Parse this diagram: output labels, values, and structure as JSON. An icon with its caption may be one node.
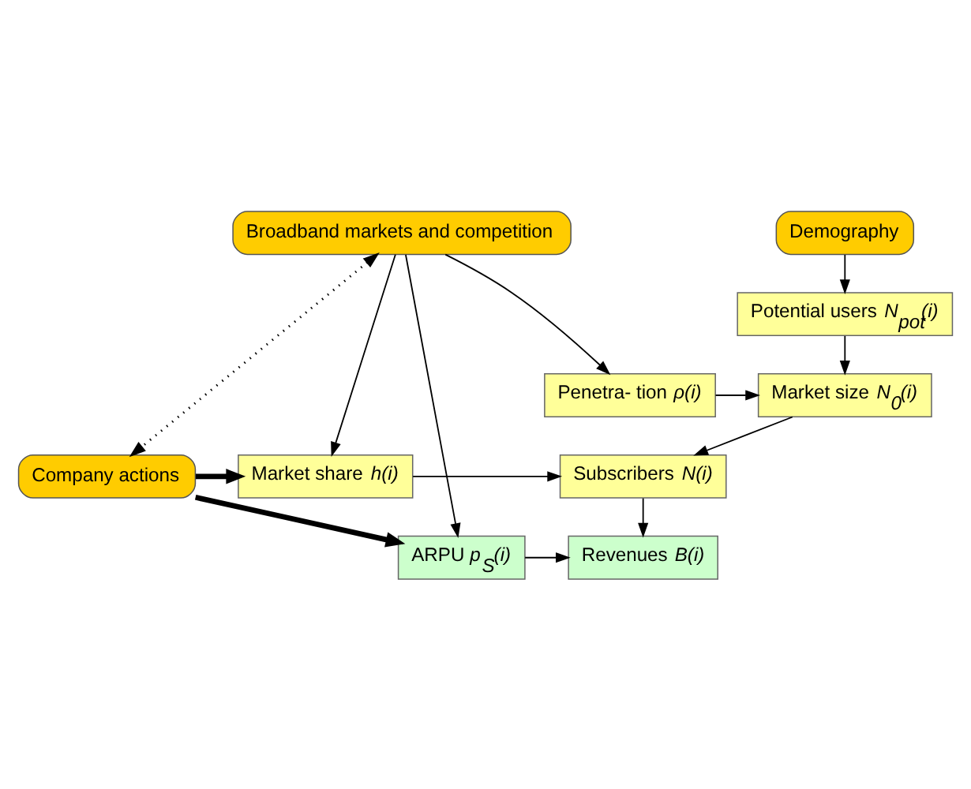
{
  "diagram": {
    "nodes": [
      {
        "text": [
          "Broadband markets and competition"
        ]
      },
      {
        "text": [
          "Demography"
        ]
      },
      {
        "text": [
          "Potential users *N$_{pot}$(i)*"
        ]
      },
      {
        "text": [
          "Penetra- tion *ρ(i)*"
        ]
      },
      {
        "text": [
          "Market size *N$_{0}$(i)*"
        ]
      },
      {
        "text": [
          "Company actions"
        ]
      },
      {
        "text": [
          "Market share *h(i)*"
        ]
      },
      {
        "text": [
          "Subscribers *N(i)*"
        ]
      },
      {
        "text": [
          "ARPU *p$_{S}$(i)*"
        ]
      },
      {
        "text": [
          "Revenues *B(i)*"
        ]
      }
    ],
    "edges": [
      {
        "from": 0,
        "to": 5,
        "arrow": "both",
        "style": "dashed"
      },
      {
        "from": 0,
        "to": 3,
        "arrow": "to"
      },
      {
        "from": 0,
        "to": 6,
        "arrow": "to"
      },
      {
        "from": 0,
        "to": 8,
        "arrow": "to"
      },
      {
        "from": 1,
        "to": 2,
        "arrow": "to"
      },
      {
        "from": 2,
        "to": 4,
        "arrow": "to"
      },
      {
        "from": 3,
        "to": 4,
        "arrow": "to"
      },
      {
        "from": 5,
        "to": 6,
        "arrow": "to",
        "style": "thick"
      },
      {
        "from": 5,
        "to": 8,
        "arrow": "to",
        "style": "thick"
      },
      {
        "from": 4,
        "to": 7,
        "arrow": "to"
      },
      {
        "from": 6,
        "to": 7,
        "arrow": "to"
      },
      {
        "from": 7,
        "to": 9,
        "arrow": "to"
      },
      {
        "from": 8,
        "to": 9,
        "arrow": "to"
      }
    ]
  }
}
